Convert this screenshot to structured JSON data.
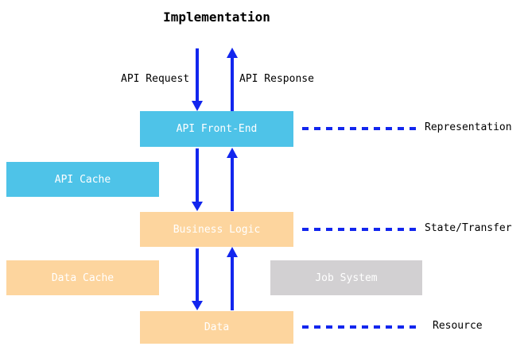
{
  "title": "Implementation",
  "flow_labels": {
    "request": "API Request",
    "response": "API Response"
  },
  "boxes": {
    "api_front_end": {
      "label": "API Front-End",
      "color": "#4ec3e8"
    },
    "api_cache": {
      "label": "API Cache",
      "color": "#4ec3e8"
    },
    "business_logic": {
      "label": "Business Logic",
      "color": "#fdd59e"
    },
    "data_cache": {
      "label": "Data Cache",
      "color": "#fdd59e"
    },
    "job_system": {
      "label": "Job System",
      "color": "#d2d0d2"
    },
    "data": {
      "label": "Data",
      "color": "#fdd59e"
    }
  },
  "layer_annotations": {
    "representation": "Representation",
    "state_transfer": "State/Transfer",
    "resource": "Resource"
  },
  "colors": {
    "arrow_blue": "#1226ee",
    "cache_cyan": "#4ec3e8",
    "logic_peach": "#fdd59e",
    "job_gray": "#d2d0d2",
    "box_text": "#ffffff",
    "label_text": "#000000"
  }
}
